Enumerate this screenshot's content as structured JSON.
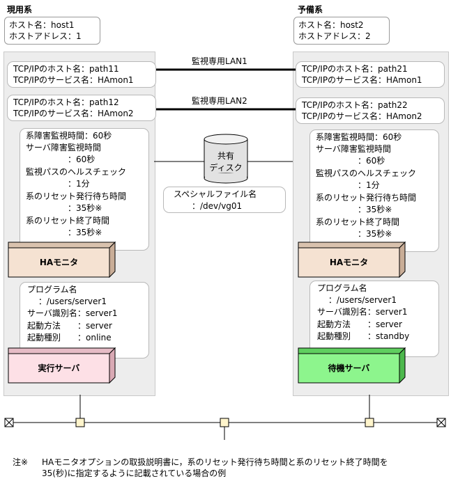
{
  "active": {
    "heading": "現用系",
    "host_name": "ホスト名：host1",
    "host_address": "ホストアドレス：1",
    "tcp1_host": "TCP/IPのホスト名：path11",
    "tcp1_service": "TCP/IPのサービス名：HAmon1",
    "tcp2_host": "TCP/IPのホスト名：path12",
    "tcp2_service": "TCP/IPのサービス名：HAmon2",
    "params": [
      "系障害監視時間：60秒",
      "サーバ障害監視時間",
      "　　　　　：60秒",
      "監視パスのヘルスチェック",
      "　　　　　：1分",
      "系のリセット発行待ち時間",
      "　　　　　：35秒※",
      "系のリセット終了時間",
      "　　　　　：35秒※"
    ],
    "monitor_label": "HAモニタ",
    "program": [
      "プログラム名",
      "　 ：/users/server1",
      "サーバ識別名：server1",
      "起動方法　　：server",
      "起動種別　　：online"
    ],
    "server_label": "実行サーバ"
  },
  "standby": {
    "heading": "予備系",
    "host_name": "ホスト名：host2",
    "host_address": "ホストアドレス：2",
    "tcp1_host": "TCP/IPのホスト名：path21",
    "tcp1_service": "TCP/IPのサービス名：HAmon1",
    "tcp2_host": "TCP/IPのホスト名：path22",
    "tcp2_service": "TCP/IPのサービス名：HAmon2",
    "params": [
      "系障害監視時間：60秒",
      "サーバ障害監視時間",
      "　　　　　：60秒",
      "監視パスのヘルスチェック",
      "　　　　　：1分",
      "系のリセット発行待ち時間",
      "　　　　　：35秒※",
      "系のリセット終了時間",
      "　　　　　：35秒※"
    ],
    "monitor_label": "HAモニタ",
    "program": [
      "プログラム名",
      "　 ：/users/server1",
      "サーバ識別名：server1",
      "起動方法　　：server",
      "起動種別　　：standby"
    ],
    "server_label": "待機サーバ"
  },
  "lan1_label": "監視専用LAN1",
  "lan2_label": "監視専用LAN2",
  "disk_label_1": "共有",
  "disk_label_2": "ディスク",
  "special_file_1": "スペシャルファイル名",
  "special_file_2": "：/dev/vg01",
  "note_mark": "注※",
  "note_line1": "HAモニタオプションの取扱説明書に，系のリセット発行待ち時間と系のリセット終了時間を",
  "note_line2": "35(秒)に指定するように記載されている場合の例",
  "colors": {
    "panel": "#ededed",
    "ha_monitor": "#f5e2d2",
    "exec_server": "#fde0e6",
    "standby_server": "#8df58d"
  }
}
